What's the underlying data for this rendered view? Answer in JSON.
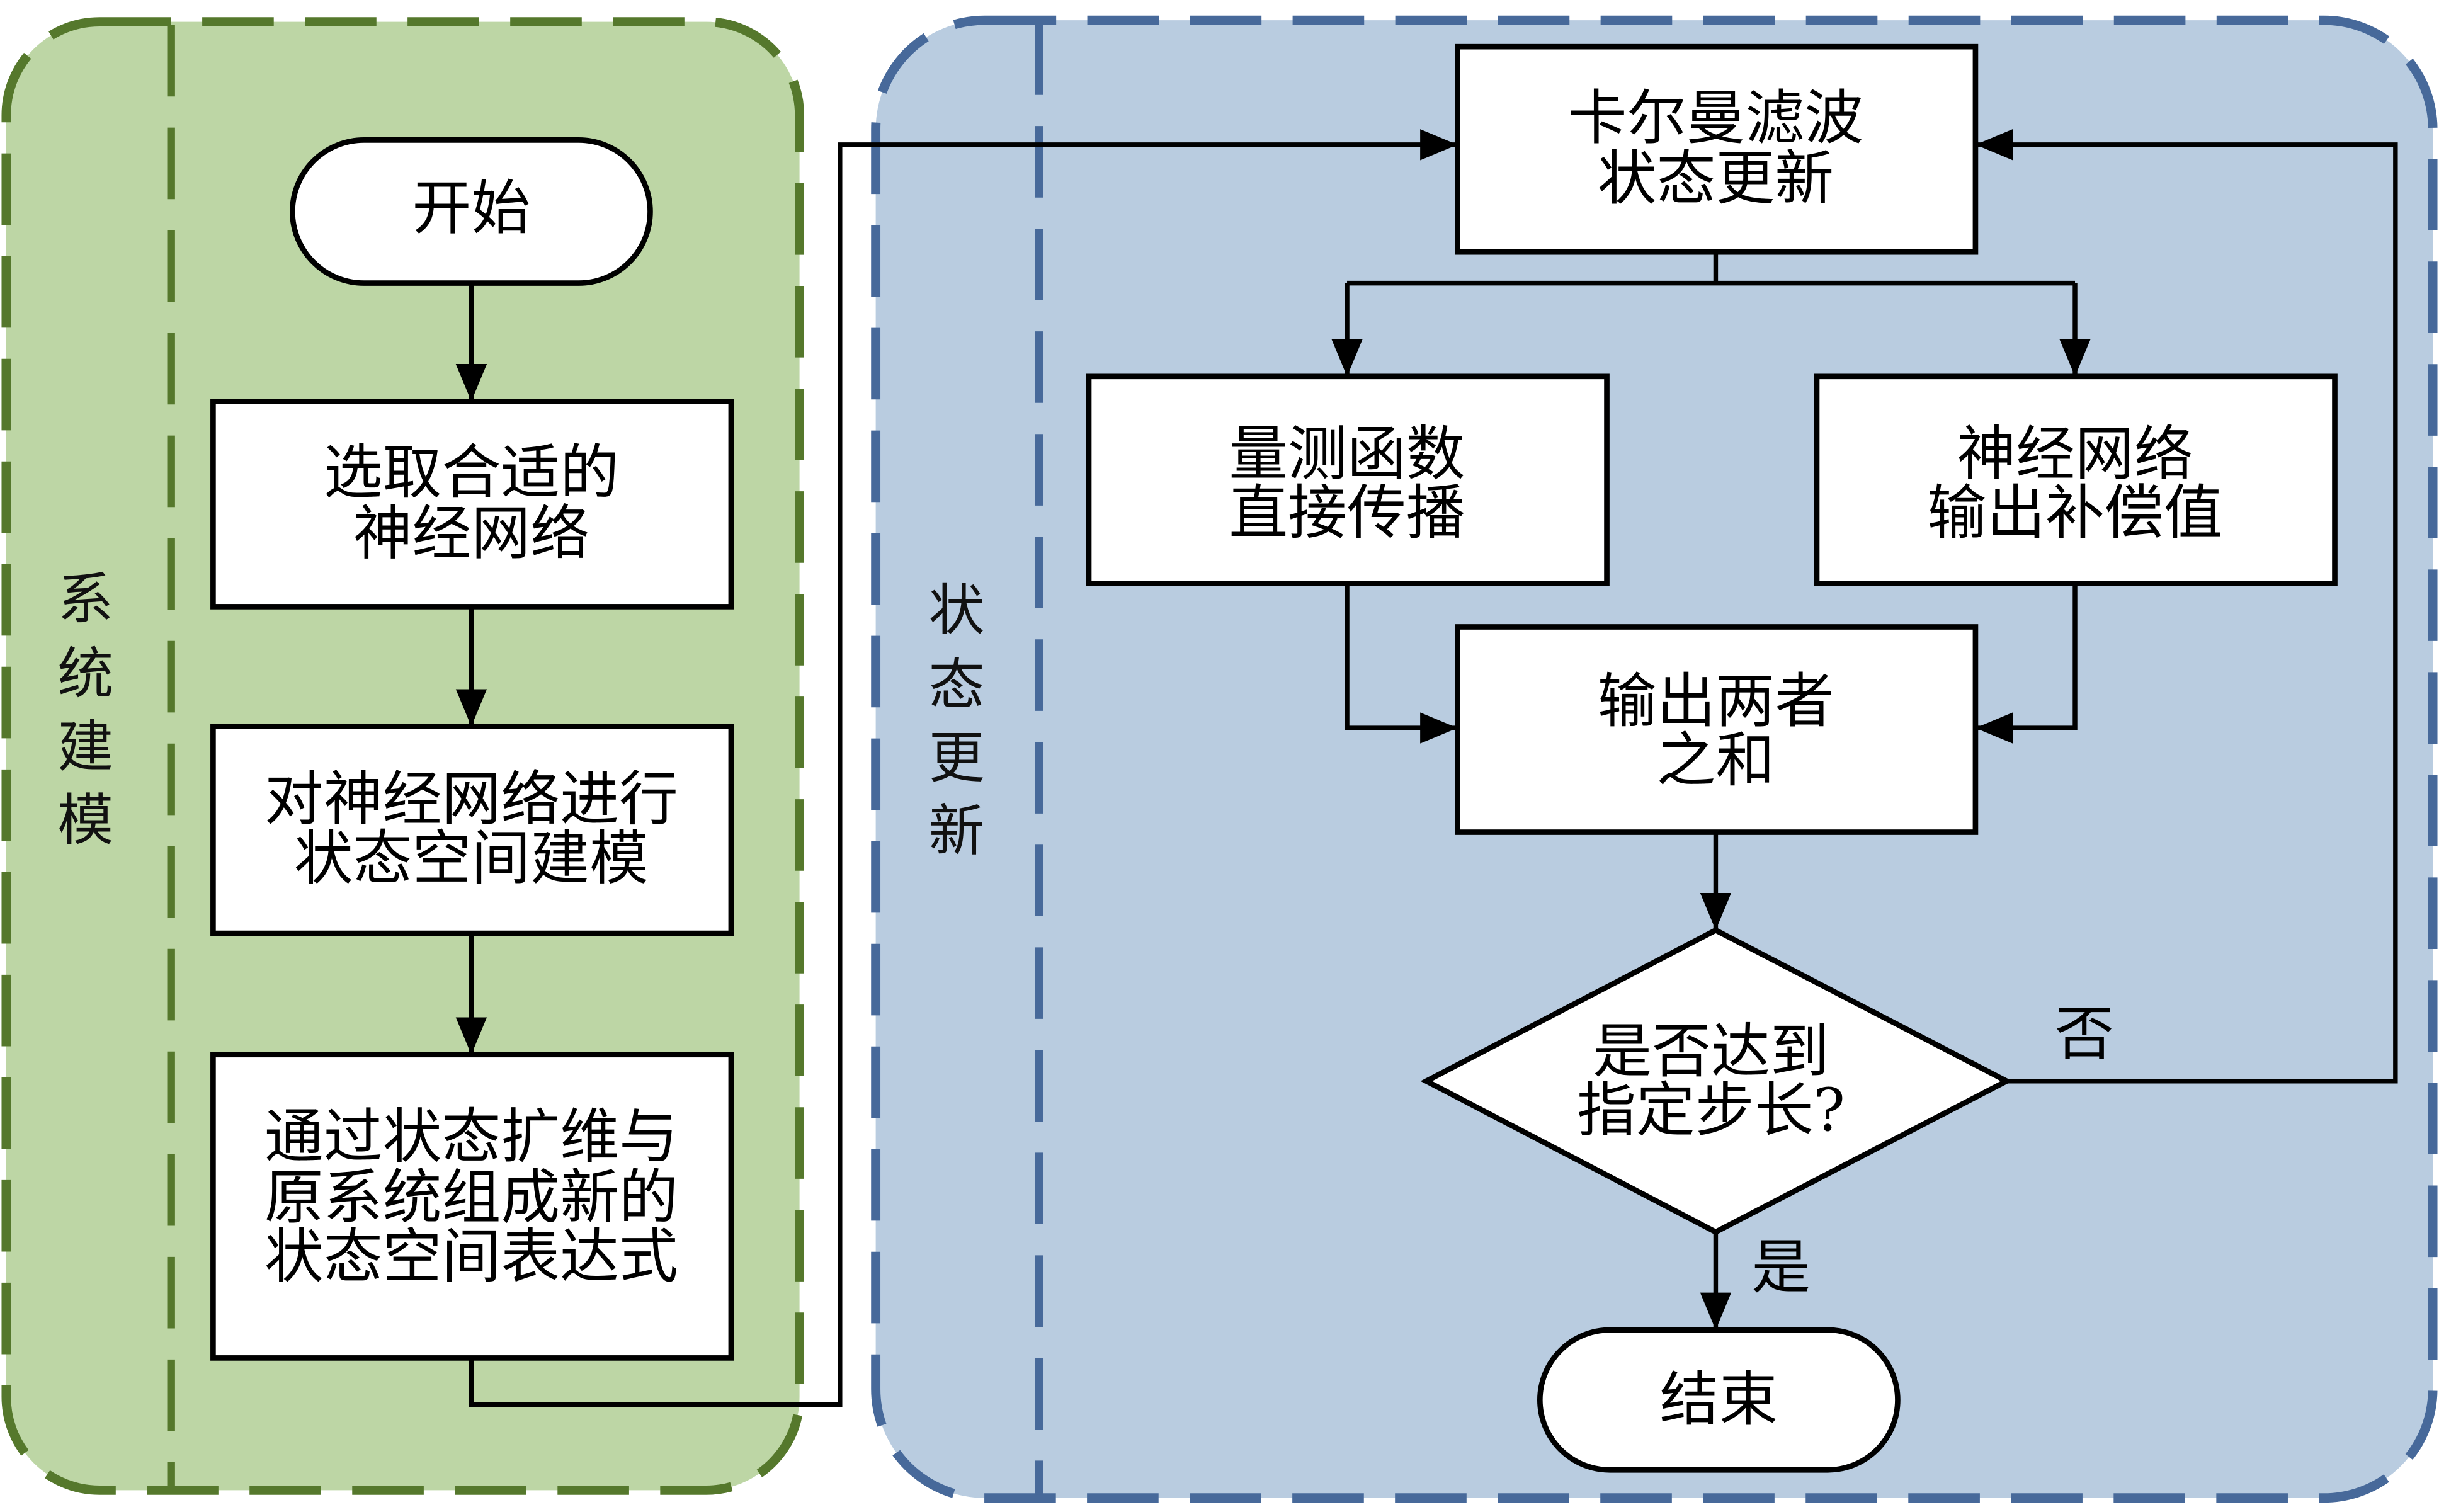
{
  "panels": {
    "modeling": {
      "label": [
        "系",
        "统",
        "建",
        "模"
      ]
    },
    "update": {
      "label": [
        "状",
        "态",
        "更",
        "新"
      ]
    }
  },
  "modeling_flow": {
    "start": "开始",
    "select_network": [
      "选取合适的",
      "神经网络"
    ],
    "state_space_model": [
      "对神经网络进行",
      "状态空间建模"
    ],
    "augmented_system": [
      "通过状态扩维与",
      "原系统组成新的",
      "状态空间表达式"
    ]
  },
  "update_flow": {
    "kalman_update": [
      "卡尔曼滤波",
      "状态更新"
    ],
    "measurement_propagation": [
      "量测函数",
      "直接传播"
    ],
    "network_compensation": [
      "神经网络",
      "输出补偿值"
    ],
    "sum_output": [
      "输出两者",
      "之和"
    ],
    "decision": [
      "是否达到",
      "指定步长?"
    ],
    "yes_label": "是",
    "no_label": "否",
    "end": "结束"
  },
  "colors": {
    "modeling_panel_fill": "#bdd6a5",
    "modeling_panel_border": "#55782c",
    "update_panel_fill": "#b9cce0",
    "update_panel_border": "#47699a",
    "node_fill": "#ffffff",
    "connector": "#000000"
  }
}
